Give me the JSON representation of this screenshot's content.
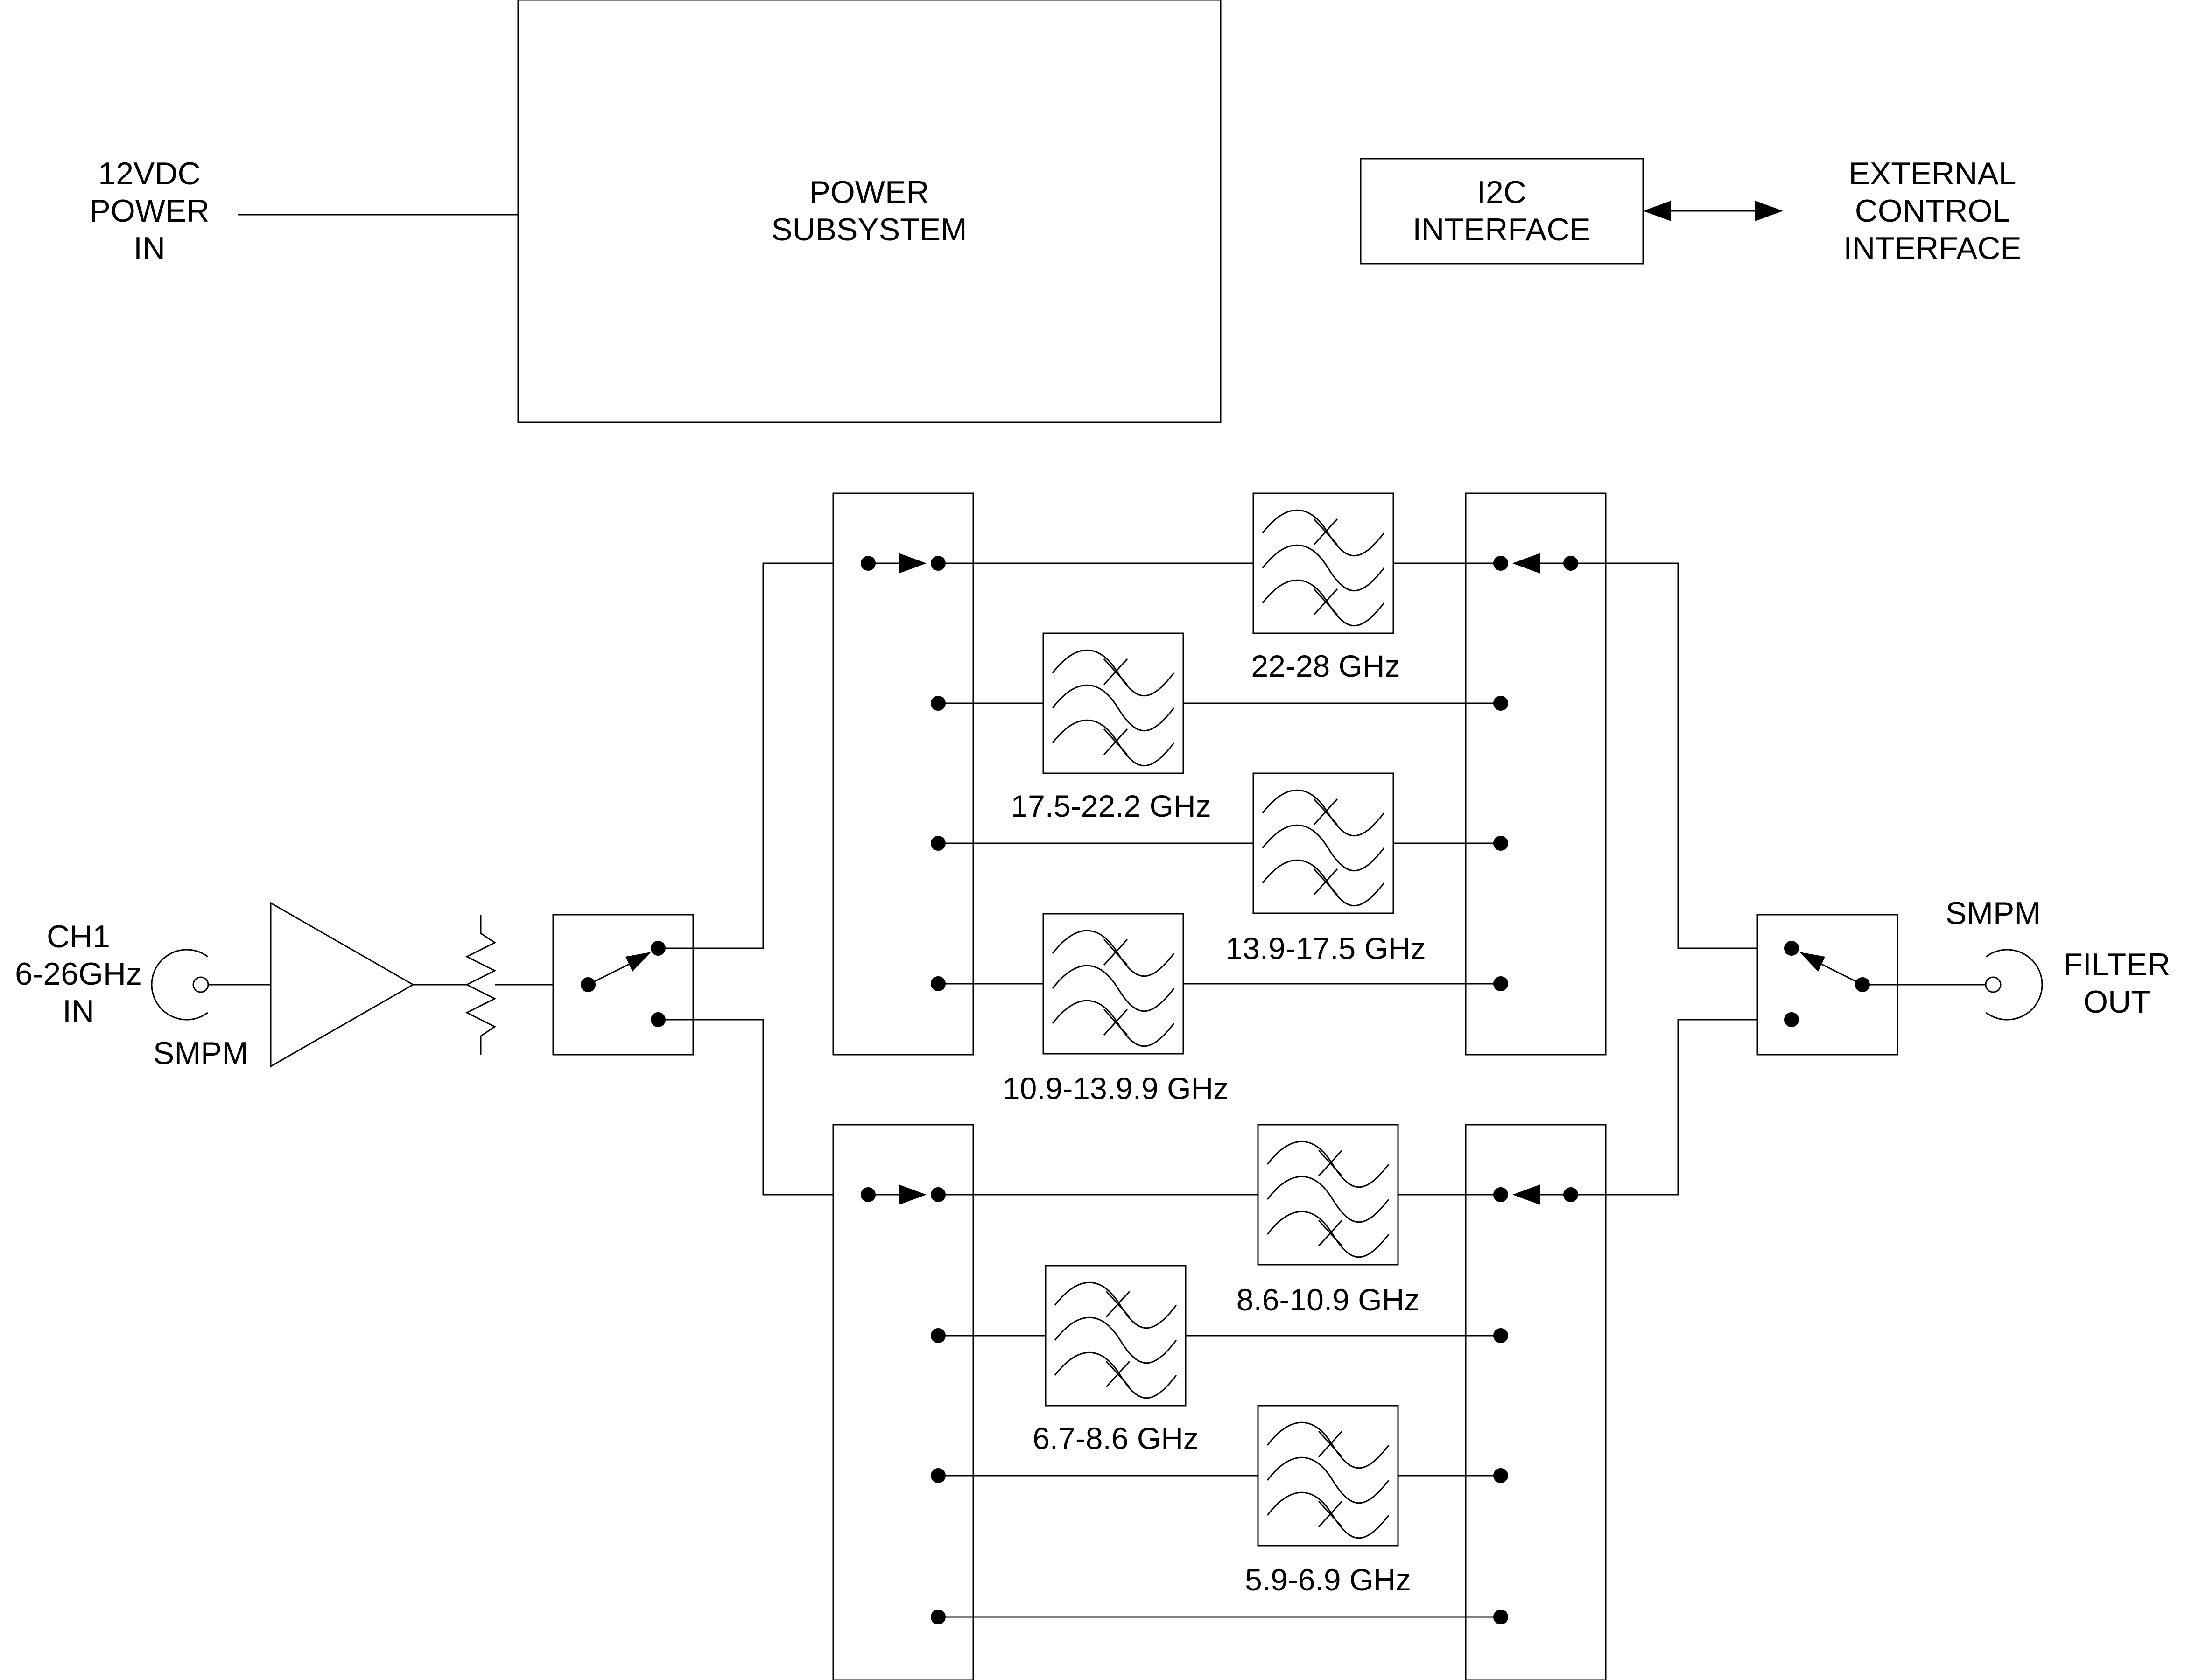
{
  "labels": {
    "power_in": [
      "12VDC",
      "POWER",
      "IN"
    ],
    "power_subsystem": [
      "POWER",
      "SUBSYSTEM"
    ],
    "i2c_interface": [
      "I2C",
      "INTERFACE"
    ],
    "external_control": [
      "EXTERNAL",
      "CONTROL",
      "INTERFACE"
    ],
    "ch1_input": [
      "CH1",
      "6-26GHz",
      "IN"
    ],
    "input_connector": "SMPM",
    "output_connector": "SMPM",
    "filter_out": [
      "FILTER",
      "OUT"
    ]
  },
  "filters": [
    "22-28 GHz",
    "17.5-22.2 GHz",
    "13.9-17.5 GHz",
    "10.9-13.9.9 GHz",
    "8.6-10.9 GHz",
    "6.7-8.6 GHz",
    "5.9-6.9 GHz"
  ],
  "colors": {
    "line": "#000000",
    "background": "#ffffff"
  }
}
